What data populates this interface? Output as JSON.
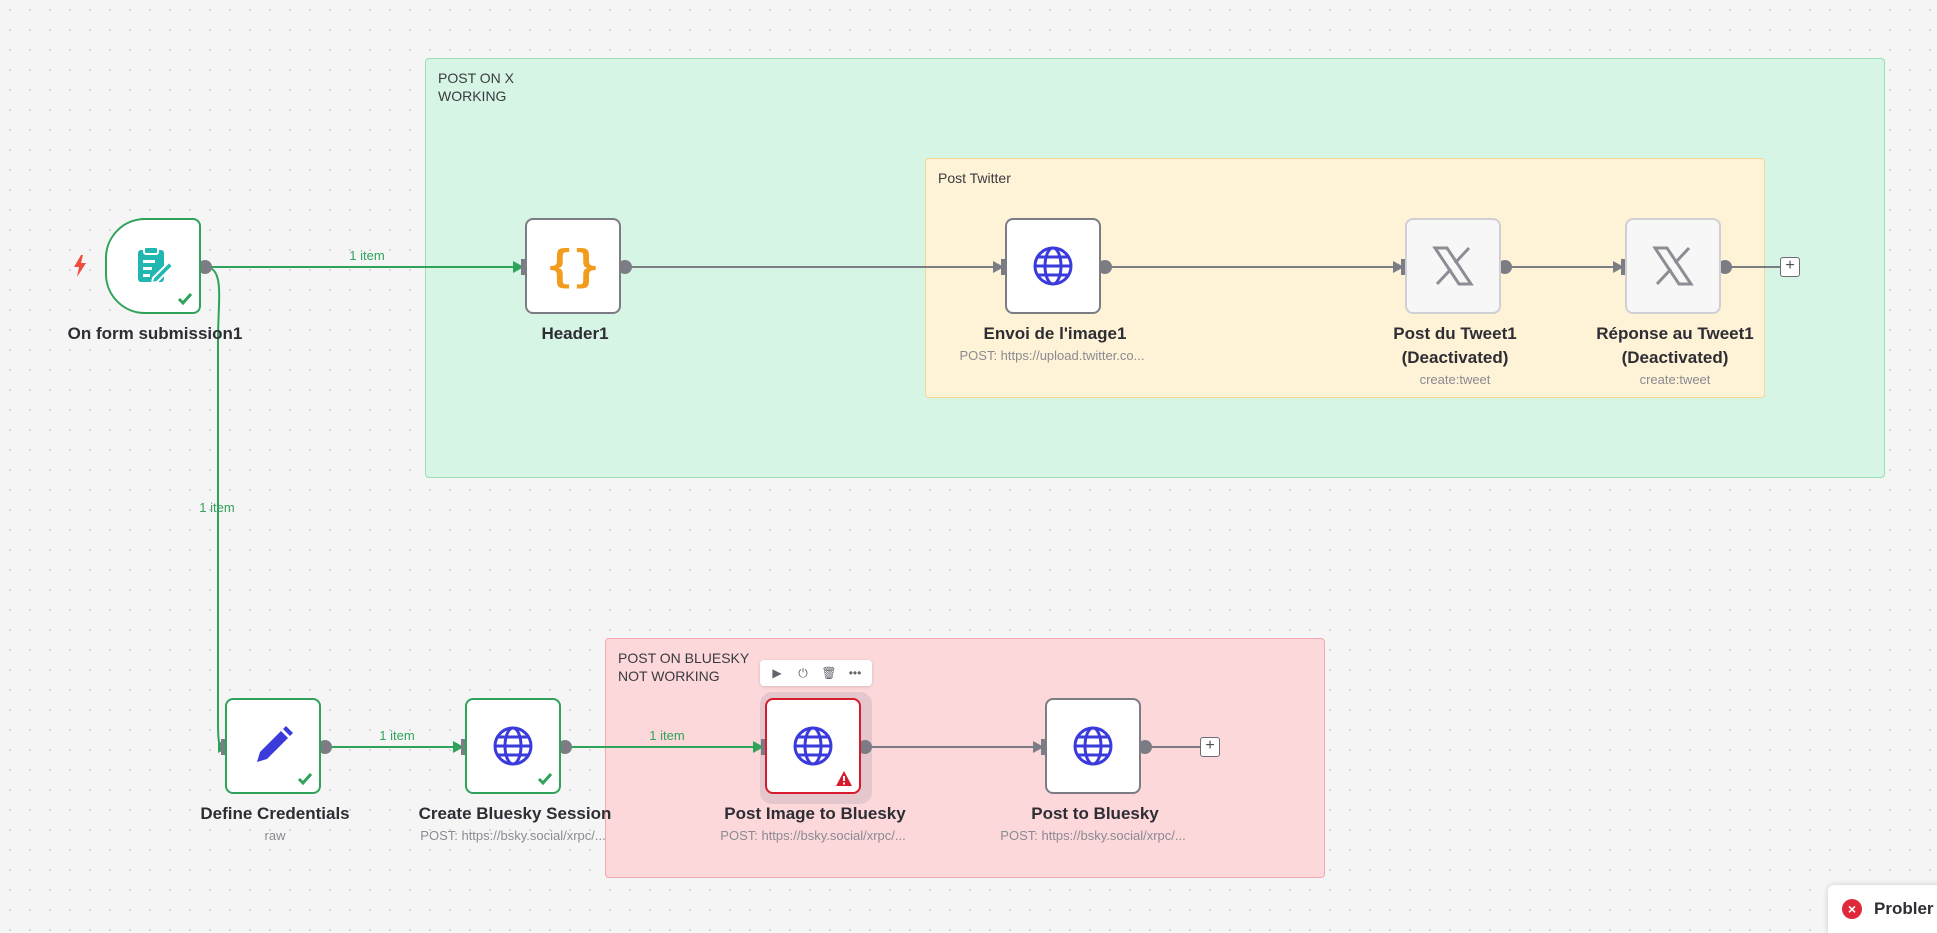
{
  "sticky_notes": {
    "post_on_x": "POST ON X\nWORKING",
    "post_twitter": "Post Twitter",
    "post_on_bluesky": "POST ON BLUESKY\nNOT WORKING"
  },
  "nodes": {
    "on_form_submission": {
      "name": "On form submission1",
      "status": "success",
      "icon": "form-edit-icon"
    },
    "header": {
      "name": "Header1",
      "icon": "braces-icon"
    },
    "envoi_image": {
      "name": "Envoi de l'image1",
      "subtitle": "POST: https://upload.twitter.co...",
      "icon": "globe-icon"
    },
    "post_tweet": {
      "name": "Post du Tweet1",
      "name2": "(Deactivated)",
      "subtitle": "create:tweet",
      "icon": "x-logo-icon"
    },
    "reponse_tweet": {
      "name": "Réponse au Tweet1",
      "name2": "(Deactivated)",
      "subtitle": "create:tweet",
      "icon": "x-logo-icon"
    },
    "define_credentials": {
      "name": "Define Credentials",
      "subtitle": "raw",
      "status": "success",
      "icon": "pencil-icon"
    },
    "create_session": {
      "name": "Create Bluesky Session",
      "subtitle": "POST: https://bsky.social/xrpc/...",
      "status": "success",
      "icon": "globe-icon"
    },
    "post_image": {
      "name": "Post Image to Bluesky",
      "subtitle": "POST: https://bsky.social/xrpc/...",
      "status": "error",
      "icon": "globe-icon"
    },
    "post_bluesky": {
      "name": "Post to Bluesky",
      "subtitle": "POST: https://bsky.social/xrpc/...",
      "icon": "globe-icon"
    }
  },
  "connections": {
    "trigger_to_header": "1 item",
    "trigger_to_credentials": "1 item",
    "credentials_to_session": "1 item",
    "session_to_post_image": "1 item"
  },
  "node_toolbar": [
    "play-icon",
    "power-icon",
    "trash-icon",
    "more-icon"
  ],
  "problems_panel": {
    "label": "Probler"
  },
  "colors": {
    "success": "#2fa35a",
    "error": "#d81b2c",
    "globe": "#3b3bdb",
    "braces": "#f29c1e",
    "form_icon": "#20b7b0",
    "pencil": "#3b3bdb",
    "trigger_bolt": "#ef4d3f"
  }
}
